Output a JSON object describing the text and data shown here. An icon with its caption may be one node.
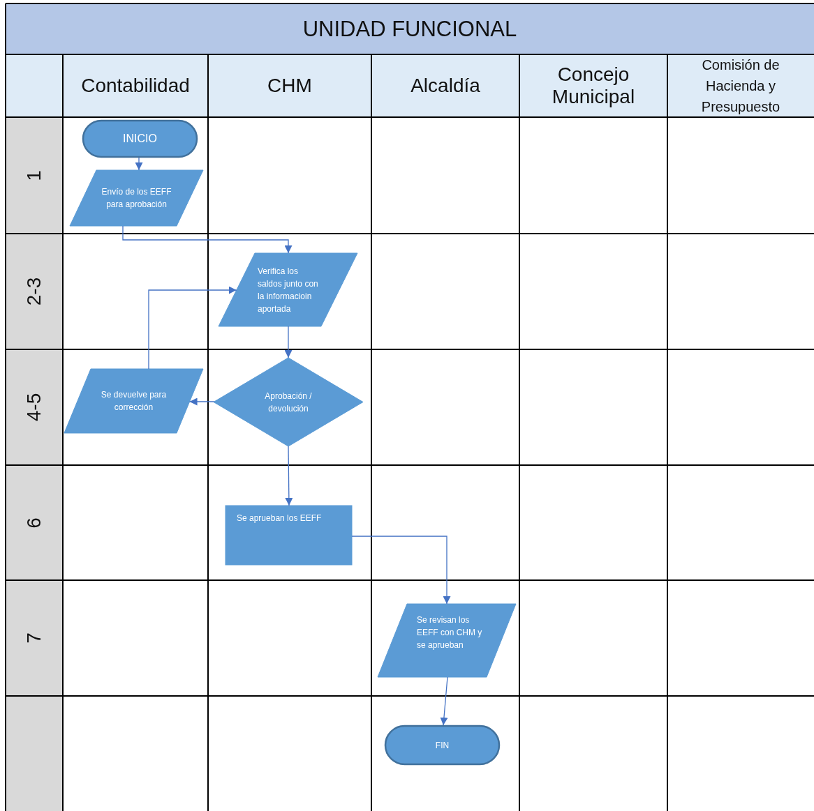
{
  "diagram": {
    "title": "UNIDAD FUNCIONAL",
    "nodes": [
      {
        "text": [
          "INICIO"
        ]
      },
      {
        "text": [
          "Envío de los EEFF para aprobación"
        ]
      },
      {
        "text": [
          "Verifica los saldos junto con la informacioin aportada"
        ]
      },
      {
        "text": [
          "Aprobación / devolución"
        ]
      },
      {
        "text": [
          "Se devuelve para corrección"
        ]
      },
      {
        "text": [
          "Se aprueban los EEFF"
        ]
      },
      {
        "text": [
          "Se revisan los EEFF con CHM y se aprueban"
        ]
      },
      {
        "text": [
          "FIN"
        ]
      }
    ],
    "edges": [
      {
        "from": 0,
        "to": 1,
        "arrow": "to"
      },
      {
        "from": 1,
        "to": 2,
        "arrow": "to"
      },
      {
        "from": 2,
        "to": 3,
        "arrow": "to"
      },
      {
        "from": 3,
        "to": 4,
        "arrow": "to"
      },
      {
        "from": 4,
        "to": 2,
        "arrow": "to"
      },
      {
        "from": 3,
        "to": 5,
        "arrow": "to"
      },
      {
        "from": 5,
        "to": 6,
        "arrow": "to"
      },
      {
        "from": 6,
        "to": 7,
        "arrow": "to"
      }
    ],
    "labels": [
      "Contabilidad",
      "CHM",
      "Alcaldía",
      "Concejo Municipal",
      "Comisión de Hacienda y Presupuesto",
      "1",
      "2-3",
      "4-5",
      "6",
      "7"
    ]
  }
}
